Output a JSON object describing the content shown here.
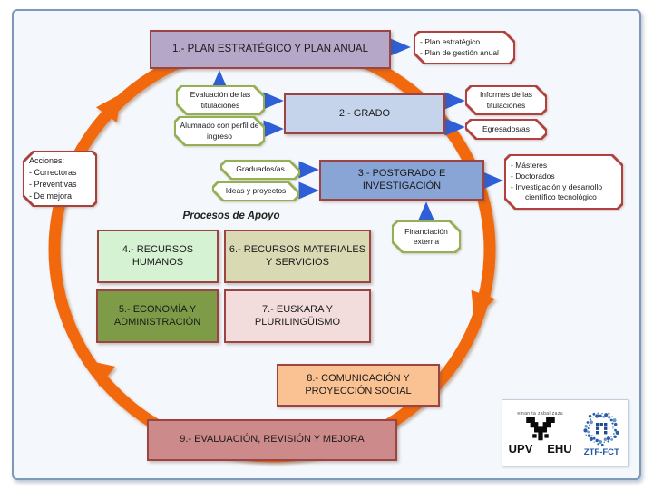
{
  "palette": {
    "slide_bg": "#f4f7fb",
    "slide_border": "#7c99bb",
    "cycle_orange": "#f2690d",
    "arrow_blue": "#2e5fd6",
    "annotation_red_border": "#b0413e",
    "annotation_green_border": "#94b054",
    "main_box_border": "#9c4343"
  },
  "process_boxes": [
    {
      "id": 1,
      "label": "1.- PLAN ESTRATÉGICO Y PLAN ANUAL",
      "fill": "#b4a7c8"
    },
    {
      "id": 2,
      "label": "2.- GRADO",
      "fill": "#c5d4ea"
    },
    {
      "id": 3,
      "label": "3.- POSTGRADO E INVESTIGACIÓN",
      "fill": "#88a5d6"
    },
    {
      "id": 4,
      "label": "4.- RECURSOS HUMANOS",
      "fill": "#d5f3d2"
    },
    {
      "id": 5,
      "label": "5.- ECONOMÍA Y ADMINISTRACIÓN",
      "fill": "#7e9b48"
    },
    {
      "id": 6,
      "label": "6.- RECURSOS MATERIALES Y SERVICIOS",
      "fill": "#d9d9b3"
    },
    {
      "id": 7,
      "label": "7.- EUSKARA Y PLURILINGÜISMO",
      "fill": "#f2dddc"
    },
    {
      "id": 8,
      "label": "8.- COMUNICACIÓN Y PROYECCIÓN SOCIAL",
      "fill": "#fac192"
    },
    {
      "id": 9,
      "label": "9.- EVALUACIÓN, REVISIÓN Y MEJORA",
      "fill": "#cd8a8a"
    }
  ],
  "support_title": "Procesos de Apoyo",
  "inputs": {
    "evaluacion": "Evaluación de las titulaciones",
    "alumnado": "Alumnado con perfil de ingreso",
    "graduados": "Graduados/as",
    "ideas": "Ideas y proyectos",
    "financiacion": "Financiación externa"
  },
  "outputs": {
    "plan": {
      "lines": [
        "- Plan estratégico",
        "- Plan de gestión anual"
      ]
    },
    "informes": "Informes de las titulaciones",
    "egresados": "Egresados/as",
    "masteres": {
      "lines": [
        "- Másteres",
        "- Doctorados",
        "- Investigación y desarrollo",
        "científico tecnológico"
      ]
    },
    "acciones": {
      "lines": [
        "Acciones:",
        "- Correctoras",
        "- Preventivas",
        "- De mejora"
      ]
    }
  },
  "logos": {
    "upv_motto": "eman ta zabal zazu",
    "upv_left": "UPV",
    "upv_right": "EHU",
    "ztf": "ZTF-FCT"
  }
}
